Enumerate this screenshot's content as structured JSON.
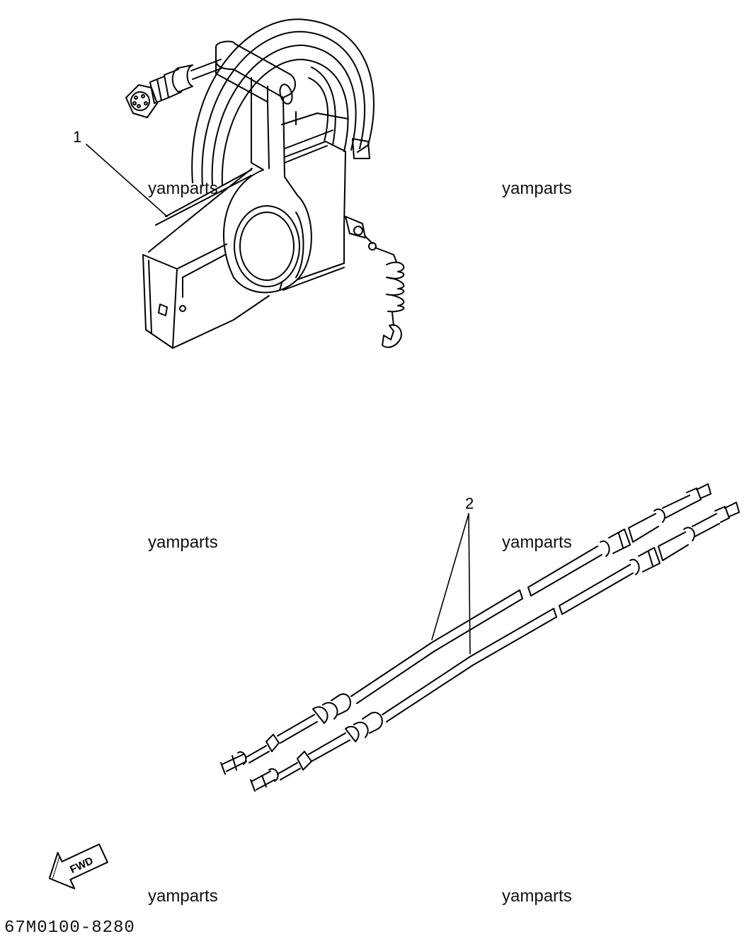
{
  "callouts": {
    "part1": "1",
    "part2": "2"
  },
  "watermark": "yamparts",
  "direction": {
    "label": "FWD",
    "icon": "fwd-arrow-icon"
  },
  "part_code": "67M0100-8280",
  "colors": {
    "line": "#000000",
    "background": "#ffffff",
    "watermark": "#111111"
  }
}
